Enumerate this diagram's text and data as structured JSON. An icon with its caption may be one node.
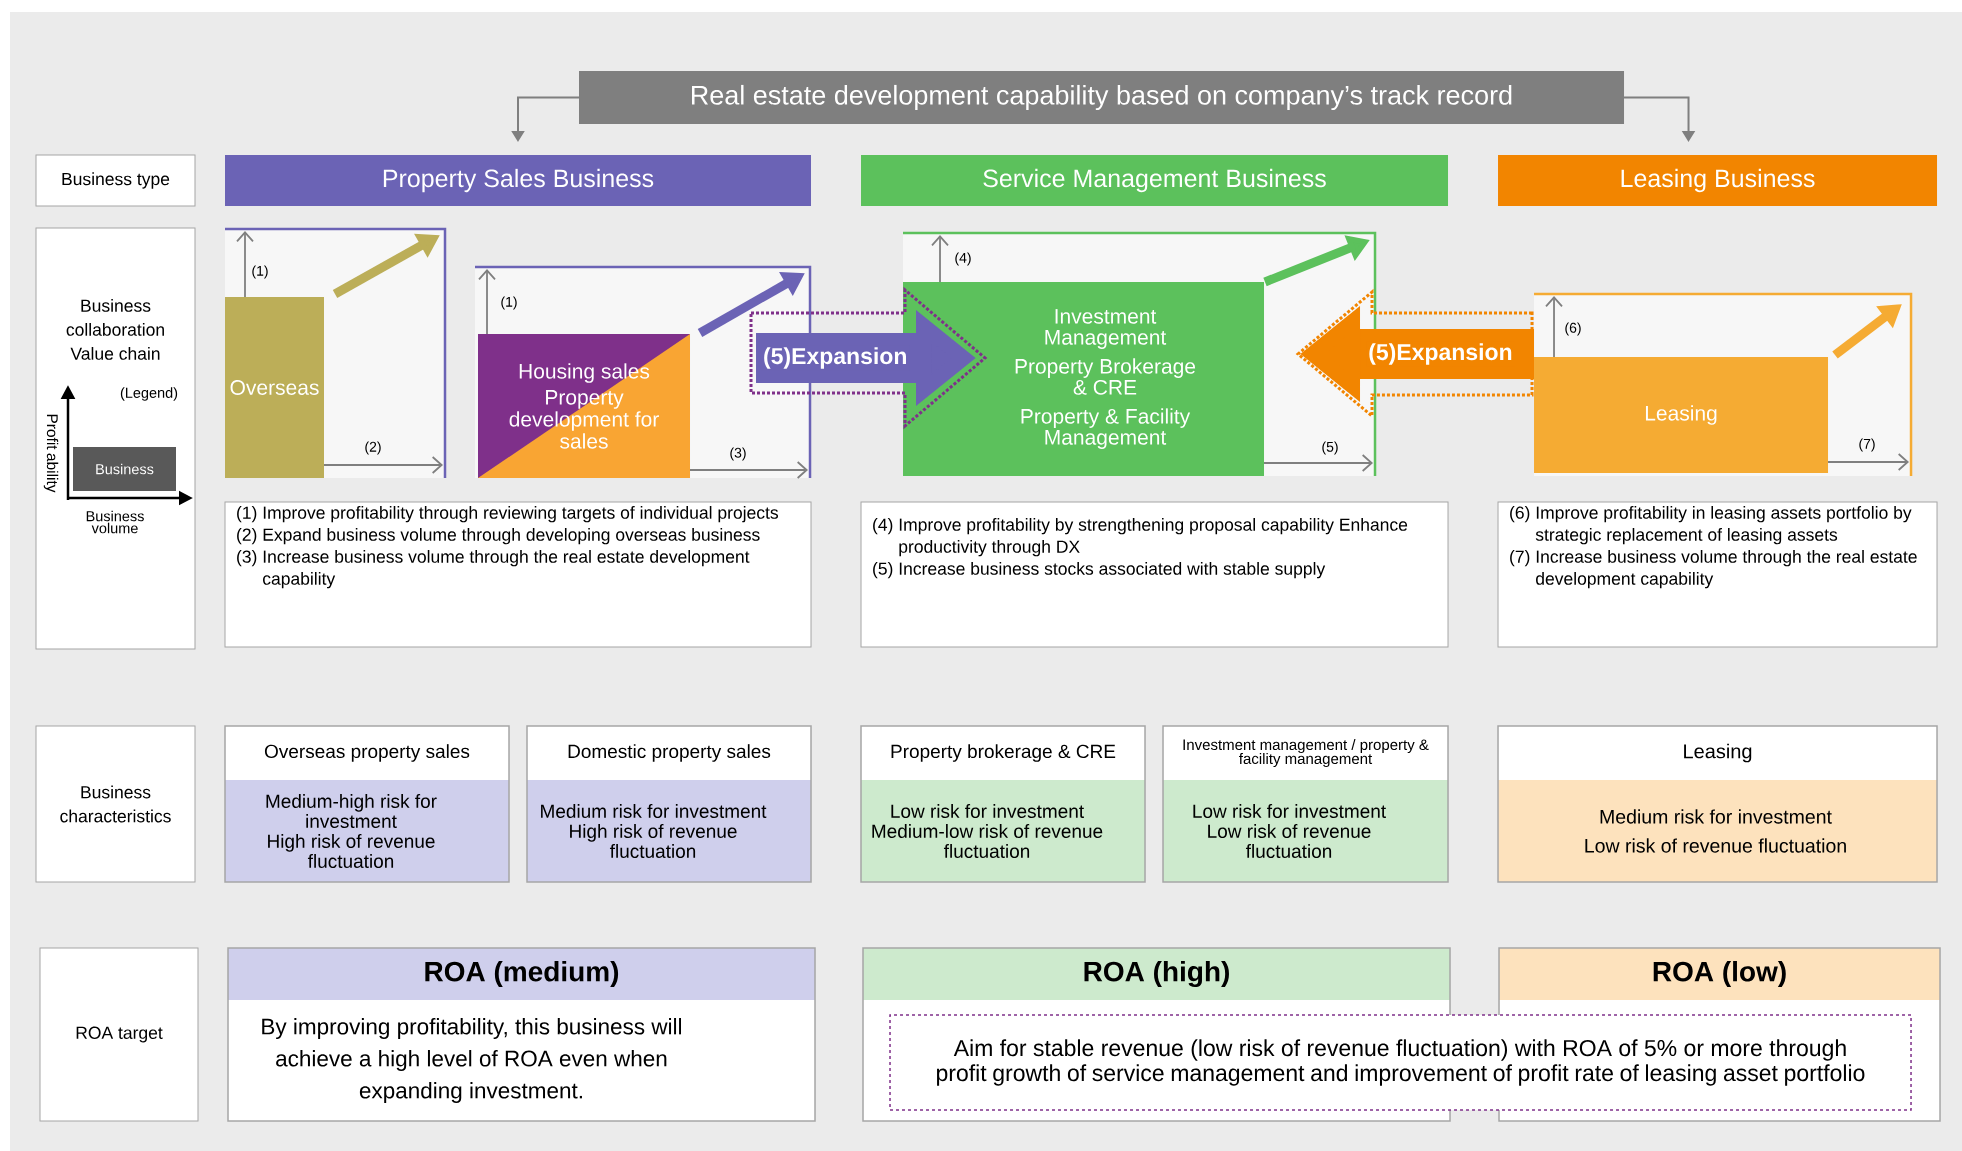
{
  "diagram": {
    "nodes": [
      {
        "text": [
          "Real estate development capability based on company’s track record"
        ]
      },
      {
        "text": [
          "Business type"
        ]
      },
      {
        "text": [
          "Property Sales Business"
        ]
      },
      {
        "text": [
          "Service Management Business"
        ]
      },
      {
        "text": [
          "Leasing Business"
        ]
      },
      {
        "text": [
          "Business collaboration Value chain"
        ]
      },
      {
        "text": [
          "Business"
        ],
        "in": 5
      },
      {
        "text": [
          "Overseas"
        ]
      },
      {
        "text": [
          "Housing sales",
          "Property development for sales"
        ]
      },
      {
        "text": [
          "Investment Management",
          "Property Brokerage & CRE",
          "Property & Facility Management"
        ]
      },
      {
        "text": [
          "Leasing"
        ]
      },
      {
        "text": [
          "(1) Improve profitability through reviewing targets of individual projects",
          "(2) Expand business volume through developing overseas business",
          "(3) Increase business volume through the real estate development capability"
        ]
      },
      {
        "text": [
          "(4) Improve profitability by strengthening proposal capability Enhance productivity through DX",
          "(5) Increase business stocks associated with stable supply"
        ]
      },
      {
        "text": [
          "(6) Improve profitability in leasing assets portfolio by strategic replacement of leasing assets",
          "(7) Increase business volume through the real estate development capability"
        ]
      },
      {
        "text": [
          "Business characteristics"
        ]
      },
      {
        "text": [
          "Overseas property sales",
          "Medium-high risk for investment",
          "High risk of revenue fluctuation"
        ]
      },
      {
        "text": [
          "Domestic property sales",
          "Medium risk for investment",
          "High risk of revenue fluctuation"
        ]
      },
      {
        "text": [
          "Property brokerage & CRE",
          "Low risk for investment",
          "Medium-low risk of revenue fluctuation"
        ]
      },
      {
        "text": [
          "Investment management / property & facility management",
          "Low risk for investment",
          "Low risk of revenue fluctuation"
        ]
      },
      {
        "text": [
          "Leasing",
          "Medium risk for investment",
          "Low risk of revenue fluctuation"
        ]
      },
      {
        "text": [
          "ROA target"
        ]
      },
      {
        "text": [
          "ROA (medium)",
          "By improving profitability, this business will achieve a high level of ROA even when expanding investment."
        ]
      },
      {
        "text": [
          "ROA (high)"
        ]
      },
      {
        "text": [
          "ROA (low)"
        ]
      },
      {
        "text": [
          "Aim for stable revenue (low risk of revenue fluctuation) with ROA of 5% or more through profit growth of service management and improvement of profit rate of leasing asset portfolio"
        ]
      }
    ],
    "edges": [
      {
        "from": 0,
        "to": 2,
        "arrow": "to"
      },
      {
        "from": 0,
        "to": 4,
        "arrow": "to"
      },
      {
        "from": 8,
        "to": 9,
        "arrow": "to",
        "label": "(5)Expansion",
        "style": "thick",
        "color": "#6b63b5"
      },
      {
        "from": 10,
        "to": 9,
        "arrow": "to",
        "label": "(5)Expansion",
        "style": "thick",
        "color": "#f28500"
      }
    ],
    "labels": [
      "(Legend)",
      "Profit ability",
      "Business volume",
      "(1)",
      "(2)",
      "(1)",
      "(3)",
      "(4)",
      "(5)",
      "(6)",
      "(7)"
    ]
  }
}
